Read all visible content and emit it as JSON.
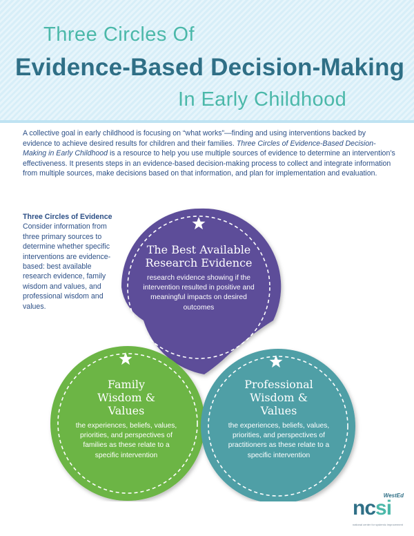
{
  "header": {
    "title_line1": "Three Circles Of",
    "title_line2": "Evidence-Based Decision-Making",
    "title_line3": "In Early Childhood"
  },
  "intro": {
    "part1": "A collective goal in early childhood is focusing on “what works”—finding and using interventions backed by evidence to achieve desired results for children and their families. ",
    "italic_title": "Three Circles of Evidence-Based Decision-Making in Early Childhood",
    "part2": " is a resource to help you use multiple sources of evidence to determine an intervention’s effectiveness. It presents steps in an evidence-based decision-making process to collect and integrate information from multiple sources, make decisions based on that information, and plan for implementation and evaluation."
  },
  "sidebar": {
    "title": "Three Circles of Evidence",
    "body": "Consider information from three primary sources to determine whether specific interventions are evidence-based: best available research evidence, family wisdom and values, and professional wisdom and values."
  },
  "circles": {
    "research": {
      "title_line1": "The Best Available",
      "title_line2": "Research Evidence",
      "body": "research evidence showing if the intervention resulted in positive and meaningful impacts on desired outcomes",
      "color": "#5d4e99"
    },
    "family": {
      "title_line1": "Family",
      "title_line2": "Wisdom &",
      "title_line3": "Values",
      "body": "the experiences, beliefs, values, priorities, and per­spectives of families as these relate to a specific intervention",
      "color": "#6cb544"
    },
    "professional": {
      "title_line1": "Professional",
      "title_line2": "Wisdom &",
      "title_line3": "Values",
      "body": "the experiences, beliefs, values, priorities, and perspectives of practitioners as these relate to a specific intervention",
      "color": "#4f9fa6"
    }
  },
  "logo": {
    "wested": "WestEd",
    "ncsi_prefix": "nc",
    "ncsi_suffix": "si",
    "tagline": "national center for systemic improvement"
  },
  "colors": {
    "title_teal": "#4bb8a9",
    "title_navy": "#2f6f86",
    "body_text": "#2c4f86"
  }
}
